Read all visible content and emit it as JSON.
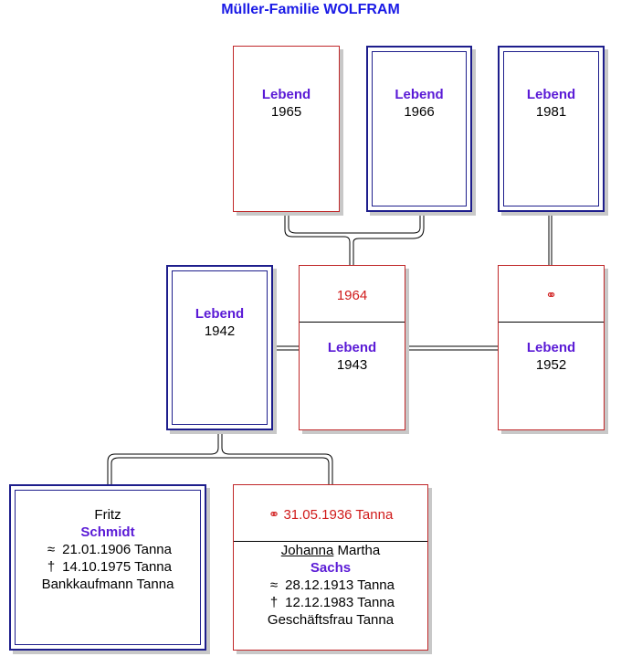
{
  "title": "Müller-Familie WOLFRAM",
  "children": [
    {
      "name": "Lebend",
      "year": "1965"
    },
    {
      "name": "Lebend",
      "year": "1966"
    },
    {
      "name": "Lebend",
      "year": "1981"
    }
  ],
  "person_1942": {
    "name": "Lebend",
    "year": "1942"
  },
  "couple_1943": {
    "marriage": "1964",
    "name": "Lebend",
    "year": "1943"
  },
  "couple_1952": {
    "marriage_icon": "⚭",
    "name": "Lebend",
    "year": "1952"
  },
  "fritz": {
    "given": "Fritz",
    "surname": "Schmidt",
    "birth_symbol": "≈",
    "birth": "21.01.1906 Tanna",
    "death_symbol": "†",
    "death": "14.10.1975 Tanna",
    "occupation": "Bankkaufmann Tanna"
  },
  "johanna": {
    "marriage_icon": "⚭",
    "marriage": "31.05.1936 Tanna",
    "given_first": "Johanna",
    "given_second": "Martha",
    "surname": "Sachs",
    "birth_symbol": "≈",
    "birth": "28.12.1913 Tanna",
    "death_symbol": "†",
    "death": "12.12.1983 Tanna",
    "occupation": "Geschäftsfrau Tanna"
  },
  "colors": {
    "title": "#1a1ae6",
    "name": "#5a1ad6",
    "marriage": "#d01a1a",
    "male_border": "#1e1e8c",
    "female_border": "#c0282a"
  }
}
